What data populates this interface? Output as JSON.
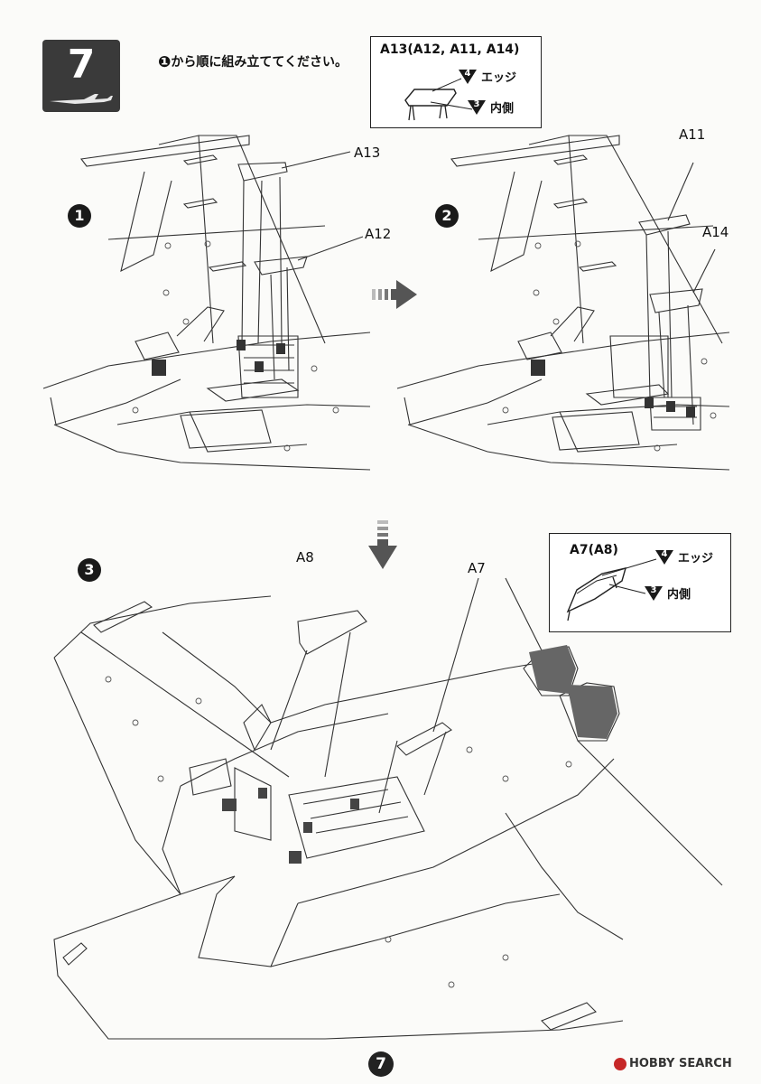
{
  "step": {
    "number": "7"
  },
  "instruction": {
    "marker": "❶",
    "text": "から順に組み立ててください。"
  },
  "legend_top": {
    "title": "A13(A12, A11, A14)",
    "edge": {
      "num": "4",
      "label": "エッジ"
    },
    "inside": {
      "num": "3",
      "label": "内側"
    }
  },
  "legend_bottom": {
    "title": "A7(A8)",
    "edge": {
      "num": "4",
      "label": "エッジ"
    },
    "inside": {
      "num": "3",
      "label": "内側"
    }
  },
  "panels": {
    "p1": {
      "num": "1",
      "labels": {
        "a": "A13",
        "b": "A12"
      }
    },
    "p2": {
      "num": "2",
      "labels": {
        "a": "A11",
        "b": "A14"
      }
    },
    "p3": {
      "num": "3",
      "labels": {
        "a": "A8",
        "b": "A7"
      }
    }
  },
  "footer": {
    "page": "7",
    "watermark": "HOBBY SEARCH"
  },
  "colors": {
    "ink": "#1a1a1a",
    "line": "#333333",
    "arrow_gray": "#555555",
    "watermark_red": "#c62828"
  }
}
